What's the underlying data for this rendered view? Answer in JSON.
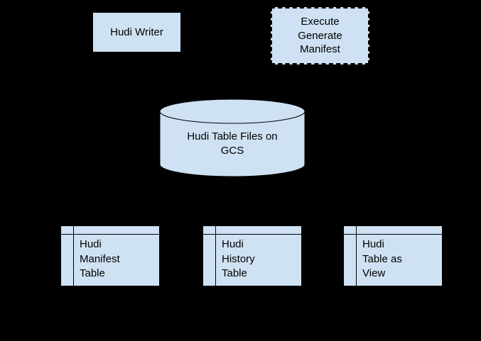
{
  "colors": {
    "background": "#000000",
    "node_fill": "#cfe2f3",
    "node_stroke": "#000000",
    "text": "#000000"
  },
  "nodes": {
    "hudi_writer": {
      "label": "Hudi Writer",
      "shape": "rectangle",
      "border": "solid"
    },
    "execute_generate_manifest": {
      "label": "Execute\nGenerate\nManifest",
      "shape": "rectangle",
      "border": "dashed"
    },
    "gcs_storage": {
      "label": "Hudi Table Files on\nGCS",
      "shape": "cylinder"
    },
    "tables": [
      {
        "label": "Hudi\nManifest\nTable",
        "shape": "table"
      },
      {
        "label": "Hudi\nHistory\nTable",
        "shape": "table"
      },
      {
        "label": "Hudi\nTable as\nView",
        "shape": "table"
      }
    ]
  }
}
